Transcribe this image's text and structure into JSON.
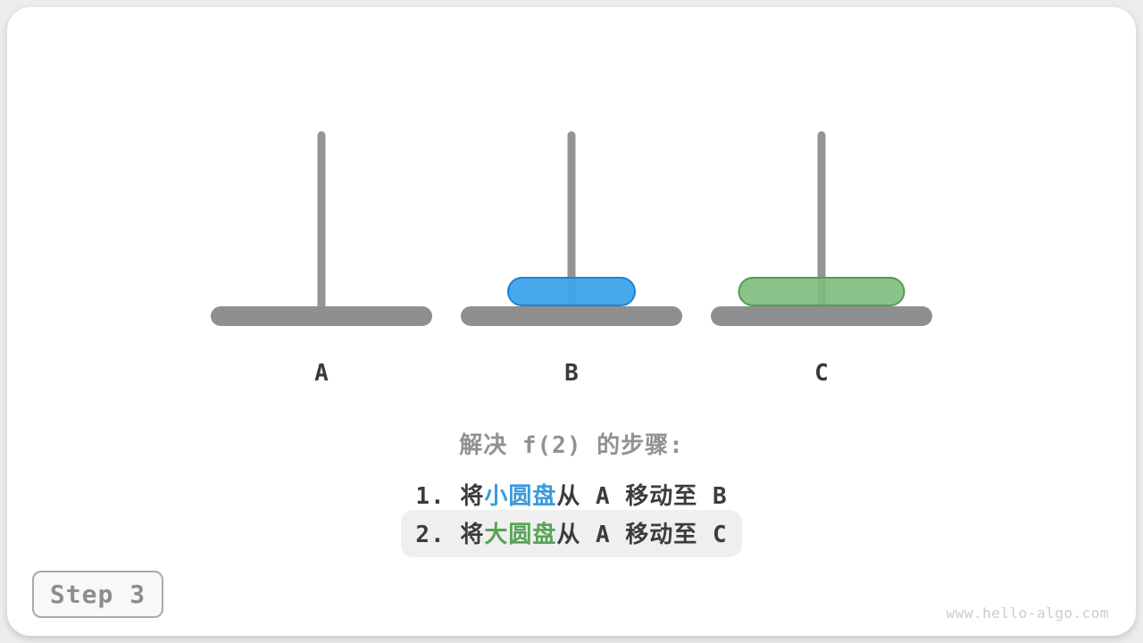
{
  "figure": {
    "pegs": [
      {
        "label": "A",
        "disks": []
      },
      {
        "label": "B",
        "disks": [
          "small-disk"
        ]
      },
      {
        "label": "C",
        "disks": [
          "large-disk"
        ]
      }
    ],
    "disk_names": {
      "small": "小圆盘",
      "large": "大圆盘"
    }
  },
  "caption": {
    "title": "解决 f(2) 的步骤:",
    "steps": [
      {
        "prefix": "1. 将",
        "disk_word": "小圆盘",
        "suffix": "从 A 移动至 B",
        "highlighted": false
      },
      {
        "prefix": "2. 将",
        "disk_word": "大圆盘",
        "suffix": "从 A 移动至 C",
        "highlighted": true
      }
    ]
  },
  "badge": {
    "label": "Step 3"
  },
  "watermark": "www.hello-algo.com",
  "colors": {
    "small_disk_fill": "#47a8ea",
    "small_disk_border": "#1e82d2",
    "large_disk_fill": "#8bc48b",
    "large_disk_border": "#4f9e4f",
    "peg_gray": "#8f8f8f",
    "blue_text": "#3a9bdc",
    "green_text": "#57a457",
    "highlight_bg": "#efefef",
    "title_gray": "#919191",
    "step_text": "#3c3c3c"
  }
}
